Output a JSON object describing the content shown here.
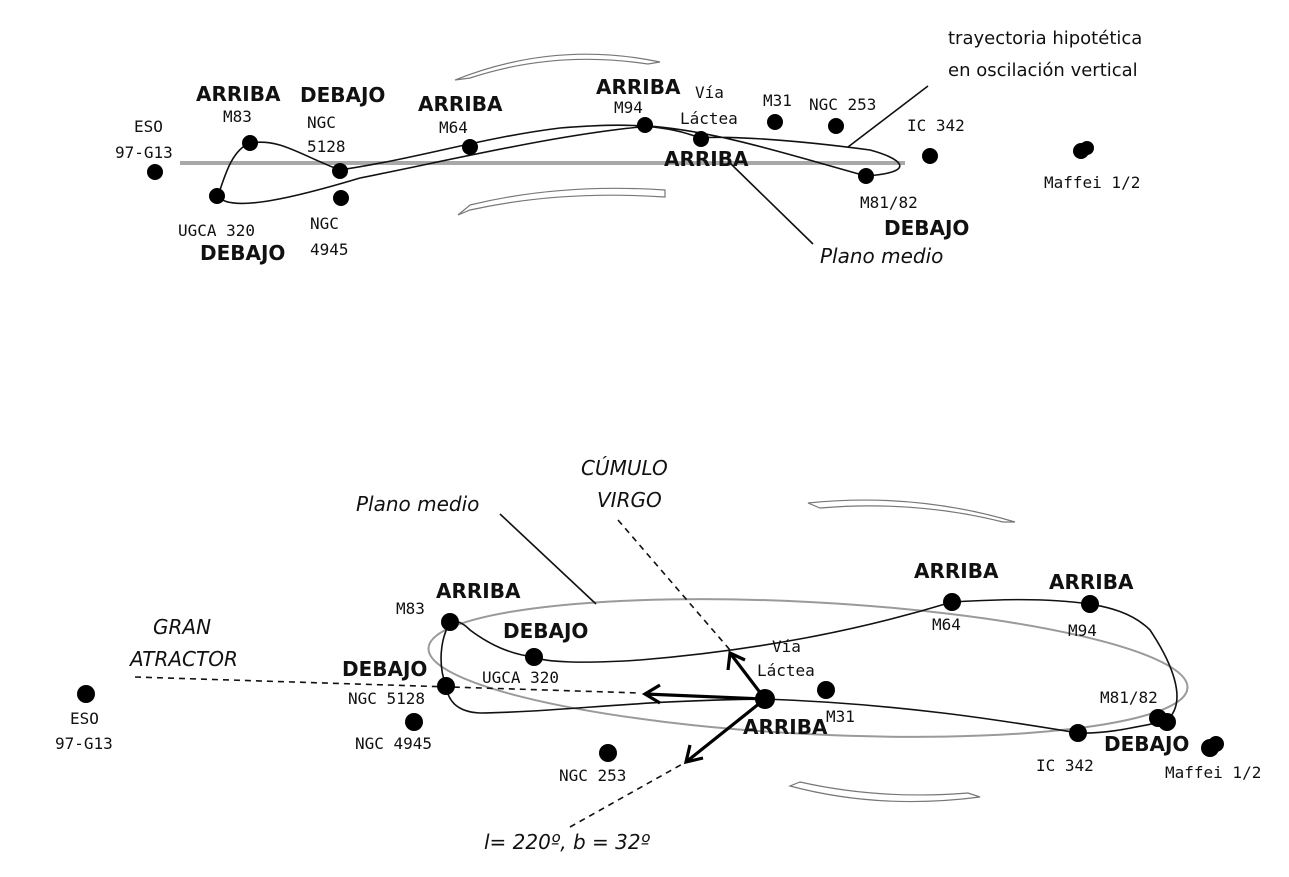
{
  "top": {
    "galaxies": {
      "eso": "ESO",
      "eso_line2": "97-G13",
      "m83": "M83",
      "ngc5128_a": "NGC",
      "ngc5128_b": "5128",
      "ngc4945_a": "NGC",
      "ngc4945_b": "4945",
      "ugca320": "UGCA 320",
      "m64": "M64",
      "m94": "M94",
      "milky_way_a": "Vía",
      "milky_way_b": "Láctea",
      "m31": "M31",
      "ngc253": "NGC 253",
      "ic342": "IC 342",
      "m8182": "M81/82",
      "maffei": "Maffei 1/2"
    },
    "labels": {
      "arriba_m83": "ARRIBA",
      "debajo_5128": "DEBAJO",
      "arriba_m64": "ARRIBA",
      "arriba_m94": "ARRIBA",
      "arriba_mw": "ARRIBA",
      "debajo_m81": "DEBAJO",
      "debajo_ugca": "DEBAJO"
    },
    "annotation_1": "trayectoria hipotética",
    "annotation_2": "en oscilación vertical",
    "plane_label": "Plano medio"
  },
  "bottom": {
    "galaxies": {
      "eso": "ESO",
      "eso_line2": "97-G13",
      "m83": "M83",
      "ngc5128": "NGC 5128",
      "ngc4945": "NGC 4945",
      "ugca320": "UGCA 320",
      "ngc253": "NGC 253",
      "milky_way_a": "Vía",
      "milky_way_b": "Láctea",
      "m31": "M31",
      "m64": "M64",
      "m94": "M94",
      "m8182": "M81/82",
      "ic342": "IC 342",
      "maffei": "Maffei 1/2"
    },
    "labels": {
      "arriba_m83": "ARRIBA",
      "debajo_ugca": "DEBAJO",
      "debajo_5128": "DEBAJO",
      "arriba_mw": "ARRIBA",
      "arriba_m64": "ARRIBA",
      "arriba_m94": "ARRIBA",
      "debajo_m81": "DEBAJO"
    },
    "virgo_1": "CÚMULO",
    "virgo_2": "VIRGO",
    "plane_label": "Plano medio",
    "great_attractor_1": "GRAN",
    "great_attractor_2": "ATRACTOR",
    "direction": "l= 220º, b = 32º"
  }
}
